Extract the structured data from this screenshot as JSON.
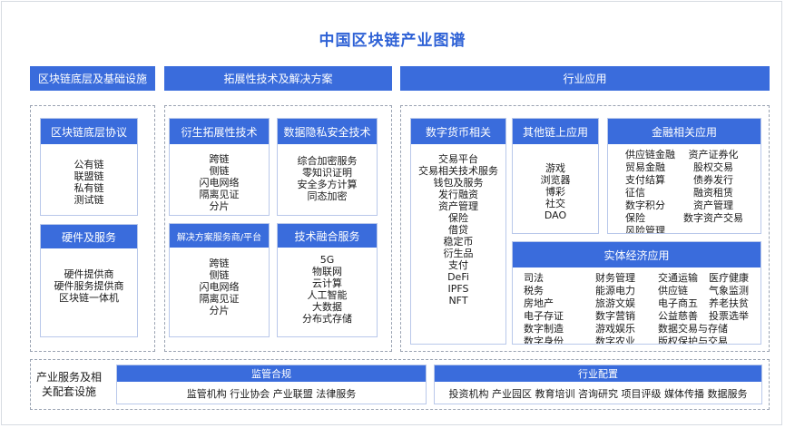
{
  "title": "中国区块链产业图谱",
  "sections": {
    "infra": "区块链底层及基础设施",
    "ext": "拓展性技术及解决方案",
    "app": "行业应用"
  },
  "infra": {
    "protocol": {
      "title": "区块链底层协议",
      "items": [
        "公有链",
        "联盟链",
        "私有链",
        "测试链"
      ]
    },
    "hardware": {
      "title": "硬件及服务",
      "items": [
        "硬件提供商",
        "硬件服务提供商",
        "区块链一体机"
      ]
    }
  },
  "ext": {
    "derived": {
      "title": "衍生拓展性技术",
      "items": [
        "跨链",
        "侧链",
        "闪电网络",
        "隔离见证",
        "分片"
      ]
    },
    "privacy": {
      "title": "数据隐私安全技术",
      "items": [
        "综合加密服务",
        "零知识证明",
        "安全多方计算",
        "同态加密"
      ]
    },
    "solution": {
      "title": "解决方案服务商/平台",
      "items": [
        "跨链",
        "侧链",
        "闪电网络",
        "隔离见证",
        "分片"
      ]
    },
    "fusion": {
      "title": "技术融合服务",
      "items": [
        "5G",
        "物联网",
        "云计算",
        "人工智能",
        "大数据",
        "分布式存储"
      ]
    }
  },
  "app": {
    "crypto": {
      "title": "数字货币相关",
      "items": [
        "交易平台",
        "交易相关技术服务",
        "钱包及服务",
        "发行融资",
        "资产管理",
        "保险",
        "借贷",
        "稳定币",
        "衍生品",
        "支付",
        "DeFi",
        "IPFS",
        "NFT"
      ]
    },
    "otherchain": {
      "title": "其他链上应用",
      "items": [
        "游戏",
        "浏览器",
        "博彩",
        "社交",
        "DAO"
      ]
    },
    "finance": {
      "title": "金融相关应用",
      "col1": [
        "供应链金融",
        "贸易金融",
        "支付结算",
        "征信",
        "数字积分",
        "保险",
        "风险管理"
      ],
      "col2": [
        "资产证券化",
        "股权交易",
        "债券发行",
        "融资租赁",
        "资产管理",
        "数字资产交易"
      ]
    },
    "real": {
      "title": "实体经济应用",
      "col1": [
        "司法",
        "税务",
        "房地产",
        "电子存证",
        "数字制造",
        "数字身份"
      ],
      "col2": [
        "财务管理",
        "能源电力",
        "旅游文娱",
        "数字营销",
        "游戏娱乐",
        "数字农业"
      ],
      "col3": [
        "交通运输",
        "供应链",
        "电子商五",
        "公益慈善",
        "数据交易与存储",
        "版权保护与交易"
      ],
      "col4": [
        "医疗健康",
        "气象监测",
        "养老扶贫",
        "投票选举"
      ]
    }
  },
  "bottom": {
    "label": "产业服务及相关配套设施",
    "regulation": {
      "title": "监管合规",
      "text": "监管机构 行业协会 产业联盟  法律服务"
    },
    "industry": {
      "title": "行业配置",
      "text": "投资机构  产业园区  教育培训  咨询研究  项目评级  媒体传播  数据服务"
    }
  }
}
